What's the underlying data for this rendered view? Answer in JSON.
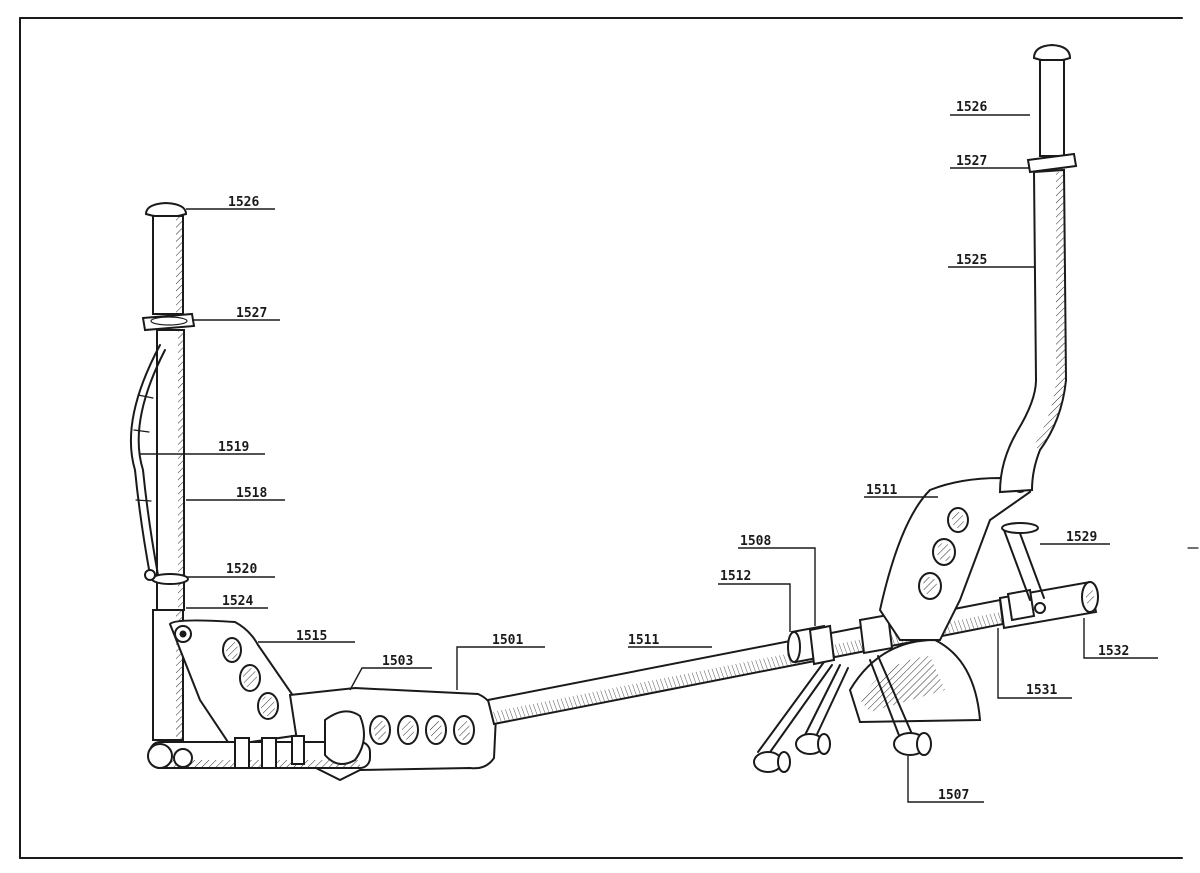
{
  "callouts": {
    "c1526_left": "1526",
    "c1527_left": "1527",
    "c1519": "1519",
    "c1518": "1518",
    "c1520": "1520",
    "c1524": "1524",
    "c1515": "1515",
    "c1503": "1503",
    "c1501": "1501",
    "c1511_center": "1511",
    "c1512": "1512",
    "c1508": "1508",
    "c1526_right": "1526",
    "c1527_right": "1527",
    "c1525": "1525",
    "c1511_right": "1511",
    "c1529": "1529",
    "c1532": "1532",
    "c1531": "1531",
    "c1507": "1507"
  }
}
